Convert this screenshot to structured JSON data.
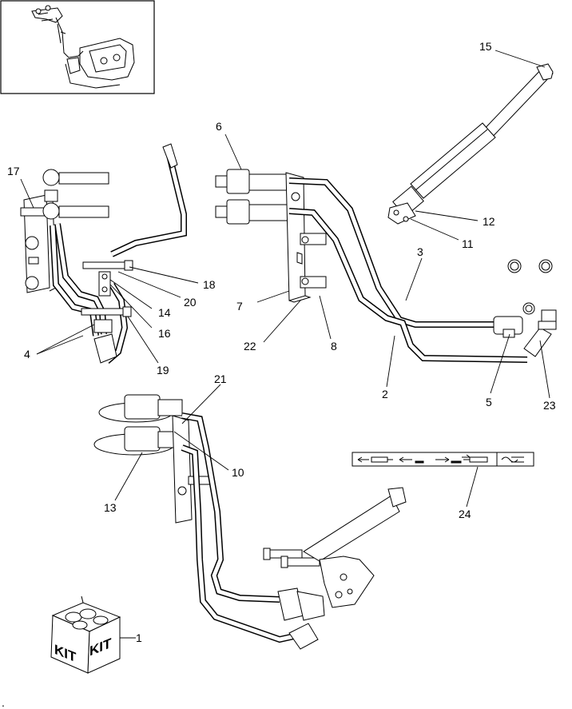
{
  "callouts": [
    {
      "id": "c15",
      "text": "15"
    },
    {
      "id": "c6",
      "text": "6"
    },
    {
      "id": "c17",
      "text": "17"
    },
    {
      "id": "c12",
      "text": "12"
    },
    {
      "id": "c11",
      "text": "11"
    },
    {
      "id": "c3",
      "text": "3"
    },
    {
      "id": "c18",
      "text": "18"
    },
    {
      "id": "c20",
      "text": "20"
    },
    {
      "id": "c7",
      "text": "7"
    },
    {
      "id": "c14",
      "text": "14"
    },
    {
      "id": "c16",
      "text": "16"
    },
    {
      "id": "c22",
      "text": "22"
    },
    {
      "id": "c8",
      "text": "8"
    },
    {
      "id": "c4",
      "text": "4"
    },
    {
      "id": "c19",
      "text": "19"
    },
    {
      "id": "c2",
      "text": "2"
    },
    {
      "id": "c5",
      "text": "5"
    },
    {
      "id": "c23",
      "text": "23"
    },
    {
      "id": "c21",
      "text": "21"
    },
    {
      "id": "c10",
      "text": "10"
    },
    {
      "id": "c13",
      "text": "13"
    },
    {
      "id": "c24",
      "text": "24"
    },
    {
      "id": "c1",
      "text": "1"
    }
  ],
  "kit_box": {
    "label_left": "KIT",
    "label_right": "KIT"
  },
  "decal_icons": [
    "arrow-left-icon",
    "cylinder-retract-icon",
    "arrow-left-icon",
    "arrow-right-icon",
    "cylinder-extend-icon",
    "float-icon"
  ]
}
